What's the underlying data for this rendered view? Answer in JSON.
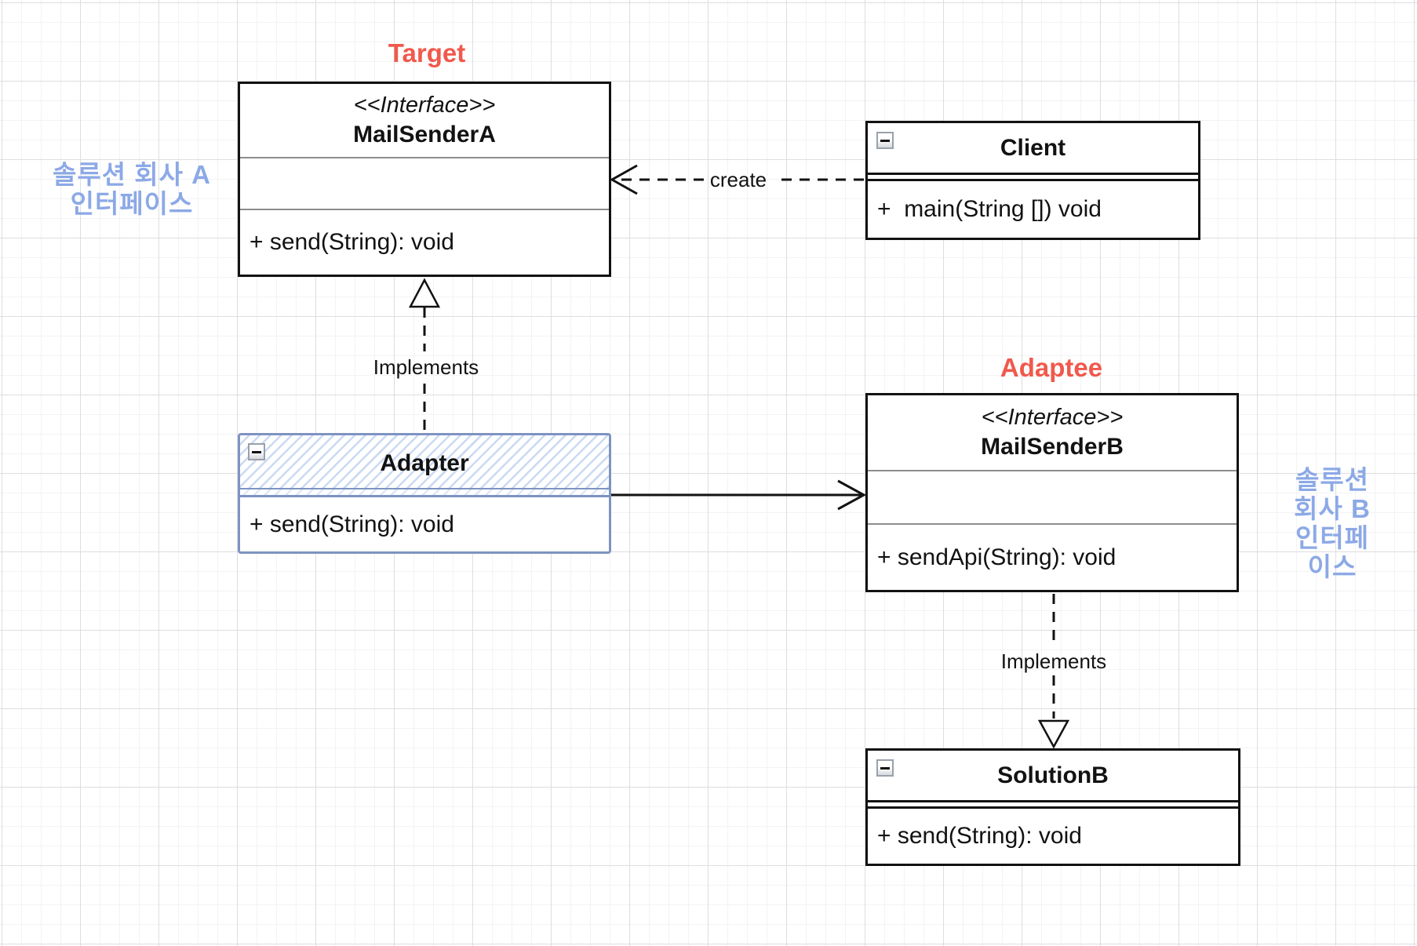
{
  "annotations": {
    "target_label": "Target",
    "adaptee_label": "Adaptee",
    "note_a": {
      "line1": "솔루션 회사 A",
      "line2": "인터페이스"
    },
    "note_b": {
      "line1": "솔루션 회사 B",
      "line2": "인터페이스"
    }
  },
  "edges": {
    "create_label": "create",
    "implements_a_label": "Implements",
    "implements_b_label": "Implements"
  },
  "classes": {
    "mail_sender_a": {
      "stereotype": "<<Interface>>",
      "name": "MailSenderA",
      "method": "+ send(String): void"
    },
    "client": {
      "name": "Client",
      "method": "+  main(String []) void"
    },
    "adapter": {
      "name": "Adapter",
      "method": "+ send(String): void"
    },
    "mail_sender_b": {
      "stereotype": "<<Interface>>",
      "name": "MailSenderB",
      "method": "+ sendApi(String): void"
    },
    "solution_b": {
      "name": "SolutionB",
      "method": "+ send(String): void"
    }
  },
  "icons": {
    "collapse": "minus-icon"
  },
  "colors": {
    "accent_red": "#f0594c",
    "note_blue": "#8ca9e6",
    "adapter_border": "#7e93c2",
    "adapter_hatch": "#cbdaf2",
    "box_border": "#121212",
    "divider_gray": "#8d8d8d"
  }
}
